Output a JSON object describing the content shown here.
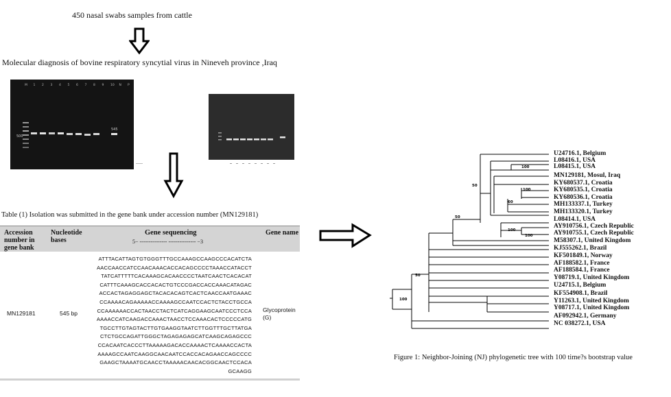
{
  "top_text": "450 nasal swabs samples  from cattle",
  "diagnosis_text": "Molecular diagnosis of bovine respiratory syncytial virus in Nineveh province ,Iraq",
  "table_caption": "Table (1) Isolation was submitted in the gene bank under accession number (MN129181)",
  "table": {
    "headers": {
      "accession": "Accession number in gene bank",
      "bases": "Nucleotide bases",
      "sequencing": "Gene sequencing",
      "sequencing_direction": "5− --------------- --------------- −3",
      "gene_name": "Gene name"
    },
    "row": {
      "accession": "MN129181",
      "bases": "545 bp",
      "sequence_lines": [
        "ATTTACATTAGTGTGGGTTTGCCAAAGCCAAGCCCACATCTA",
        "AACCAACCATCCAACAAACACCACAGCCCCTAAACCATACCT",
        "TATCATTTTTCACAAAGCACAACCCCTAATCAACTCACACAT",
        "CATTTCAAAGCACCACACTGTCCCGACCACCAAACATAGAC",
        "ACCACTAGAGGAGCTACACACAGTCACTCAACCAATGAAAC",
        "CCAAAACAGAAAAACCAAAAGCCAATCCACTCTACCTGCCA",
        "CCAAAAAACCACTAACCTACTCATCAGGAAGCAATCCCTCCA",
        "AAAACCATCAAGACCAAACTAACCTCCAAACACTCCCCCATG",
        "TGCCTTGTAGTACTTGTGAAGGTAATCTTGGTTTGCTTATGA",
        "CTCTGCCAGATTGGGCTAGAGAGAGCATCAAGCAGAGCCC",
        "CCACAATCACCCTTAAAAAGACACCAAAACTCAAAACCACTA",
        "AAAAGCCAATCAAGGCAACAATCCACCACAGAACCAGCCCC",
        "GAAGCTAAAATGCAACCTAAAAACAACACGGCAACTCCACA",
        "GCAAGG"
      ],
      "gene_name": "Glycoprotein (G)"
    }
  },
  "figure_caption": "Figure 1: Neighbor-Joining (NJ) phylogenetic tree with 100 time?s bootstrap value",
  "gel_lane_labels": [
    "M",
    "1",
    "2",
    "3",
    "4",
    "5",
    "6",
    "7",
    "8",
    "9",
    "10",
    "N",
    "P"
  ],
  "gel_marker_label": "500",
  "gel_band_label": "545",
  "tree": {
    "taxa": [
      "U24716.1, Belgium",
      "L08416.1, USA",
      "L08415.1, USA",
      "MN129181, Mosul, Iraq",
      "KY680537.1, Croatia",
      "KY680535.1, Croatia",
      "KY680536.1, Croatia",
      "MH133337.1, Turkey",
      "MH133320.1, Turkey",
      "L08414.1, USA",
      "AY910756.1, Czech Republic",
      "AY910755.1, Czech Republic",
      "M58307.1, United Kingdom",
      "KJ555262.1, Brazil",
      "KF501849.1, Norway",
      "AF188582.1, France",
      "AF188584.1, France",
      "Y08719.1, United Kingdom",
      "U24715.1, Belgium",
      "KF554908.1, Brazil",
      "Y11263.1, United Kingdom",
      "Y08717.1, United Kingdom",
      "AF092942.1, Germany",
      "NC 038272.1, USA"
    ],
    "bootstrap": [
      "100",
      "50",
      "100",
      "50",
      "60",
      "100",
      "100",
      "50",
      "100",
      "100"
    ]
  }
}
